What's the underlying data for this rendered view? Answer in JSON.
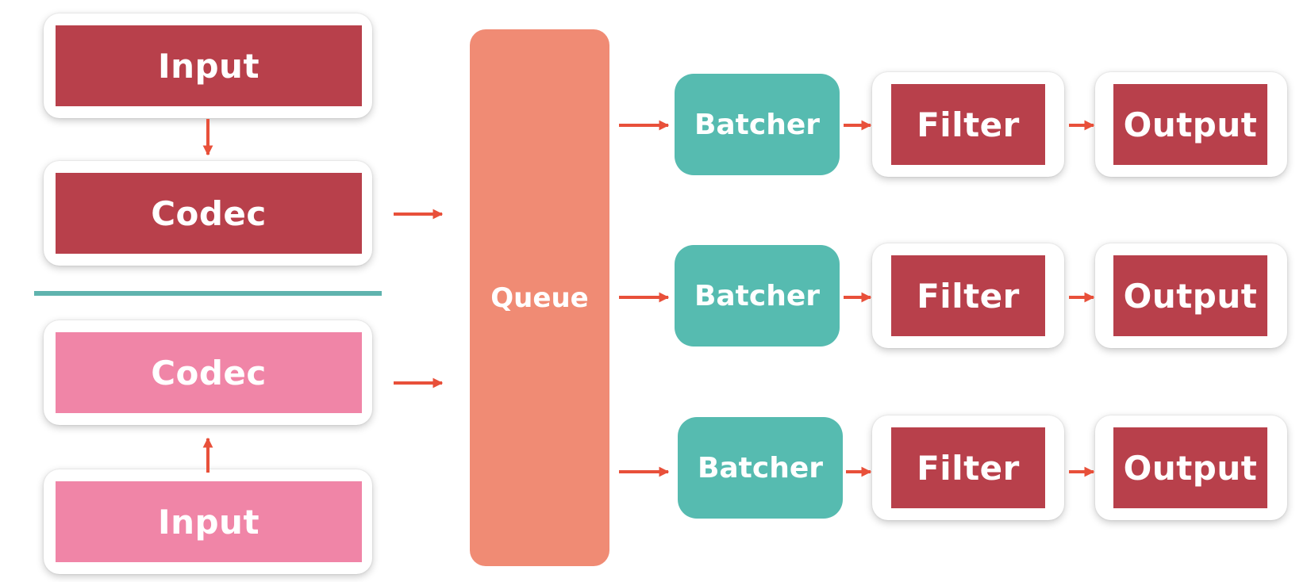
{
  "colors": {
    "primary_block": "#b8404b",
    "secondary_block": "#f085a7",
    "queue": "#f08b74",
    "batcher": "#56bbb0",
    "arrow": "#e8503a",
    "divider": "#5fb3ae"
  },
  "left_top": {
    "input": "Input",
    "codec": "Codec"
  },
  "left_bottom": {
    "codec": "Codec",
    "input": "Input"
  },
  "queue": {
    "label": "Queue"
  },
  "pipelines": [
    {
      "batcher": "Batcher",
      "filter": "Filter",
      "output": "Output"
    },
    {
      "batcher": "Batcher",
      "filter": "Filter",
      "output": "Output"
    },
    {
      "batcher": "Batcher",
      "filter": "Filter",
      "output": "Output"
    }
  ]
}
